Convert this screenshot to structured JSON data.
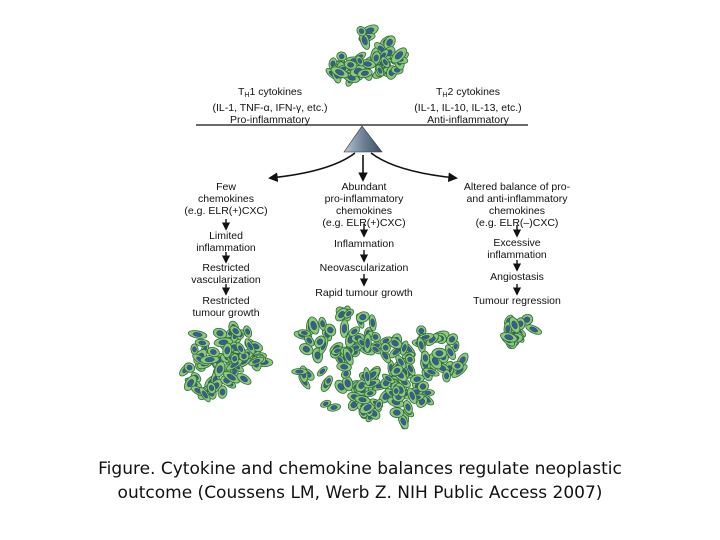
{
  "left_balance": {
    "line1_prefix": "T",
    "line1_sub": "H",
    "line1_suffix": "1 cytokines",
    "line2": "(IL-1, TNF-α, IFN-γ, etc.)",
    "line3": "Pro-inflammatory"
  },
  "right_balance": {
    "line1_prefix": "T",
    "line1_sub": "H",
    "line1_suffix": "2 cytokines",
    "line2": "(IL-1, IL-10, IL-13, etc.)",
    "line3": "Anti-inflammatory"
  },
  "branches": {
    "left": {
      "head": [
        "Few",
        "chemokines",
        "(e.g. ELR(+)CXC)"
      ],
      "step1": [
        "Limited",
        "inflammation"
      ],
      "step2": [
        "Restricted",
        "vascularization"
      ],
      "step3": [
        "Restricted",
        "tumour growth"
      ]
    },
    "middle": {
      "head": [
        "Abundant",
        "pro-inflammatory",
        "chemokines",
        "(e.g. ELR(+)CXC)"
      ],
      "step1": "Inflammation",
      "step2": "Neovascularization",
      "step3": "Rapid tumour growth"
    },
    "right": {
      "head": [
        "Altered balance of pro-",
        "and anti-inflammatory",
        "chemokines",
        "(e.g. ELR(–)CXC)"
      ],
      "step1": [
        "Excessive",
        "inflammation"
      ],
      "step2": "Angiostasis",
      "step3": "Tumour regression"
    }
  },
  "caption": {
    "line1": "Figure. Cytokine and chemokine balances regulate neoplastic",
    "line2": "outcome (Coussens LM, Werb Z. NIH Public Access 2007)"
  },
  "colors": {
    "cell_fill": "#8cc97a",
    "cell_stroke": "#2f6b3a",
    "nucleus": "#35608a",
    "fulcrum": "#6f8196",
    "arrow": "#111111"
  }
}
